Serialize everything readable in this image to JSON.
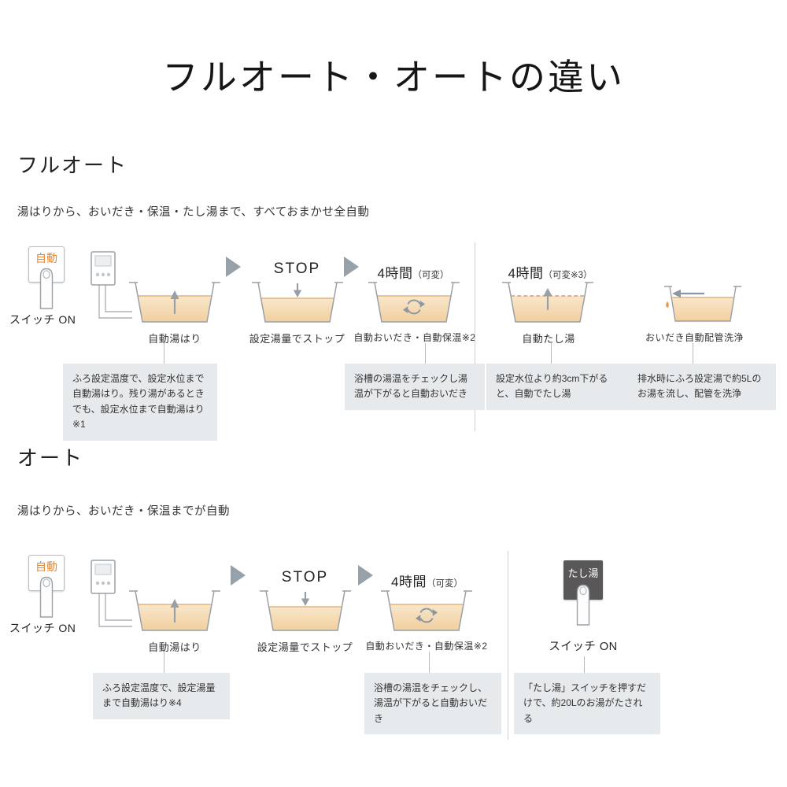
{
  "title": "フルオート・オートの違い",
  "colors": {
    "accent_orange": "#e8872f",
    "dark_button": "#595757",
    "water_fill": "#f2cf9f",
    "note_background": "#e7eaec"
  },
  "full_auto": {
    "heading": "フルオート",
    "subtitle": "湯はりから、おいだき・保温・たし湯まで、すべておまかせ全自動",
    "switch_button": "自動",
    "switch_caption": "スイッチ ON",
    "step1_label": "自動湯はり",
    "step1_note": "ふろ設定温度で、設定水位まで自動湯はり。残り湯があるときでも、設定水位まで自動湯はり※1",
    "step2_title": "STOP",
    "step2_label": "設定湯量でストップ",
    "step3_title": "4時間",
    "step3_title_note": "（可変）",
    "step3_label": "自動おいだき・自動保温※2",
    "step3_note": "浴槽の湯温をチェックし湯温が下がると自動おいだき",
    "step4_title": "4時間",
    "step4_title_note": "（可変※3）",
    "step4_label": "自動たし湯",
    "step4_note": "設定水位より約3cm下がると、自動でたし湯",
    "step5_label": "おいだき自動配管洗浄",
    "step5_note": "排水時にふろ設定湯で約5Lのお湯を流し、配管を洗浄"
  },
  "auto": {
    "heading": "オート",
    "subtitle": "湯はりから、おいだき・保温までが自動",
    "switch_button": "自動",
    "switch_caption": "スイッチ ON",
    "step1_label": "自動湯はり",
    "step1_note": "ふろ設定温度で、設定湯量まで自動湯はり※4",
    "step2_title": "STOP",
    "step2_label": "設定湯量でストップ",
    "step3_title": "4時間",
    "step3_title_note": "（可変）",
    "step3_label": "自動おいだき・自動保温※2",
    "step3_note": "浴槽の湯温をチェックし、湯温が下がると自動おいだき",
    "tashiyu_button": "たし湯",
    "tashiyu_caption": "スイッチ ON",
    "tashiyu_note": "「たし湯」スイッチを押すだけで、約20Lのお湯がたされる"
  }
}
